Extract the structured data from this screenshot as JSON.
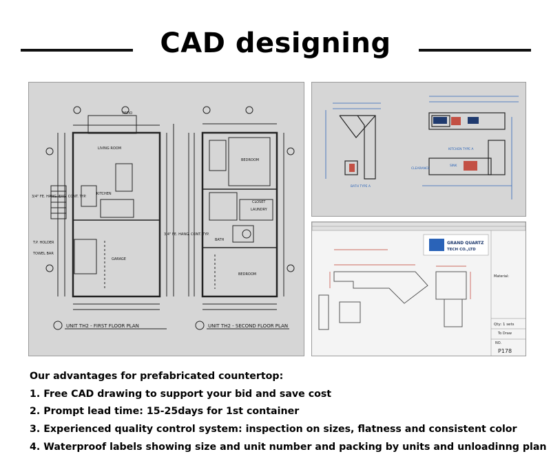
{
  "header": {
    "title": "CAD designing"
  },
  "floor_plans": {
    "first": {
      "caption": "UNIT TH2 - FIRST FLOOR PLAN",
      "rooms": [
        "PATIO",
        "LIVING ROOM",
        "KITCHEN",
        "GARAGE"
      ],
      "notes": [
        "3/4\" FE. HANG. EXG. CONT. TYP.",
        "T.P. HOLDER",
        "TOWEL BAR"
      ]
    },
    "second": {
      "caption": "UNIT TH2 - SECOND FLOOR PLAN",
      "rooms": [
        "BEDROOM",
        "CLOSET",
        "LAUNDRY",
        "BATH",
        "BEDROOM"
      ],
      "notes": [
        "3/4\" FE. HANG. CONT. TYP."
      ]
    }
  },
  "kitchen_drawing": {
    "labels": [
      "BATH TYPE A",
      "KITCHEN TYPE A",
      "CLEARANCE",
      "SINK"
    ]
  },
  "shop_drawing": {
    "company": "GRAND QUARTZ",
    "company_sub": "TECH CO.,LTD",
    "qty": "Qty: 1 sets",
    "to_draw": "To Draw",
    "no_label": "NO.",
    "number": "P178",
    "material_label": "Material:"
  },
  "advantages": {
    "heading": "Our advantages for prefabricated countertop:",
    "items": [
      "1. Free CAD drawing to support your bid  and save cost",
      "2. Prompt lead time: 15-25days for 1st container",
      "3. Experienced quality control system: inspection on sizes, flatness and consistent color",
      "4. Waterproof labels showing size and unit number and packing by units and unloadinng plan"
    ]
  },
  "colors": {
    "accent_red": "#c0392b",
    "accent_blue": "#2a63b8",
    "panel_bg": "#d6d6d6"
  }
}
